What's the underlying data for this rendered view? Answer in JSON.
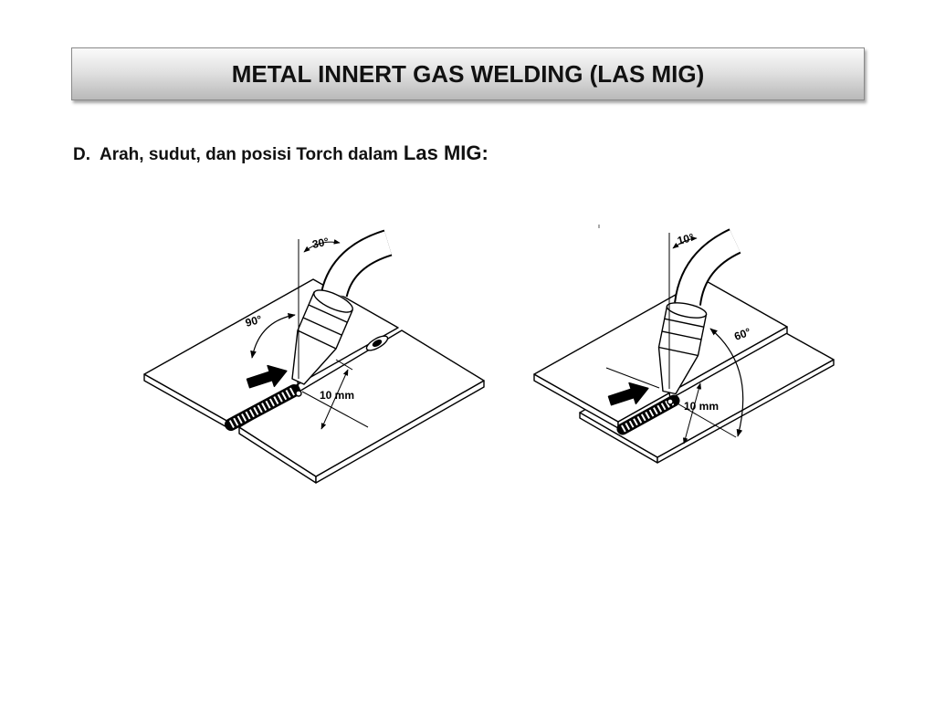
{
  "slide": {
    "title": "METAL INNERT GAS WELDING (LAS MIG)",
    "subtitle": {
      "marker": "D.",
      "text": "Arah, sudut, dan posisi Torch dalam",
      "emphasis": "Las MIG:"
    }
  },
  "diagram_left": {
    "torch_tilt_label": "30°",
    "plate_angle_label": "90°",
    "distance_label": "10 mm"
  },
  "diagram_right": {
    "torch_tilt_label": "10°",
    "plate_angle_label": "60°",
    "distance_label": "10 mm"
  }
}
